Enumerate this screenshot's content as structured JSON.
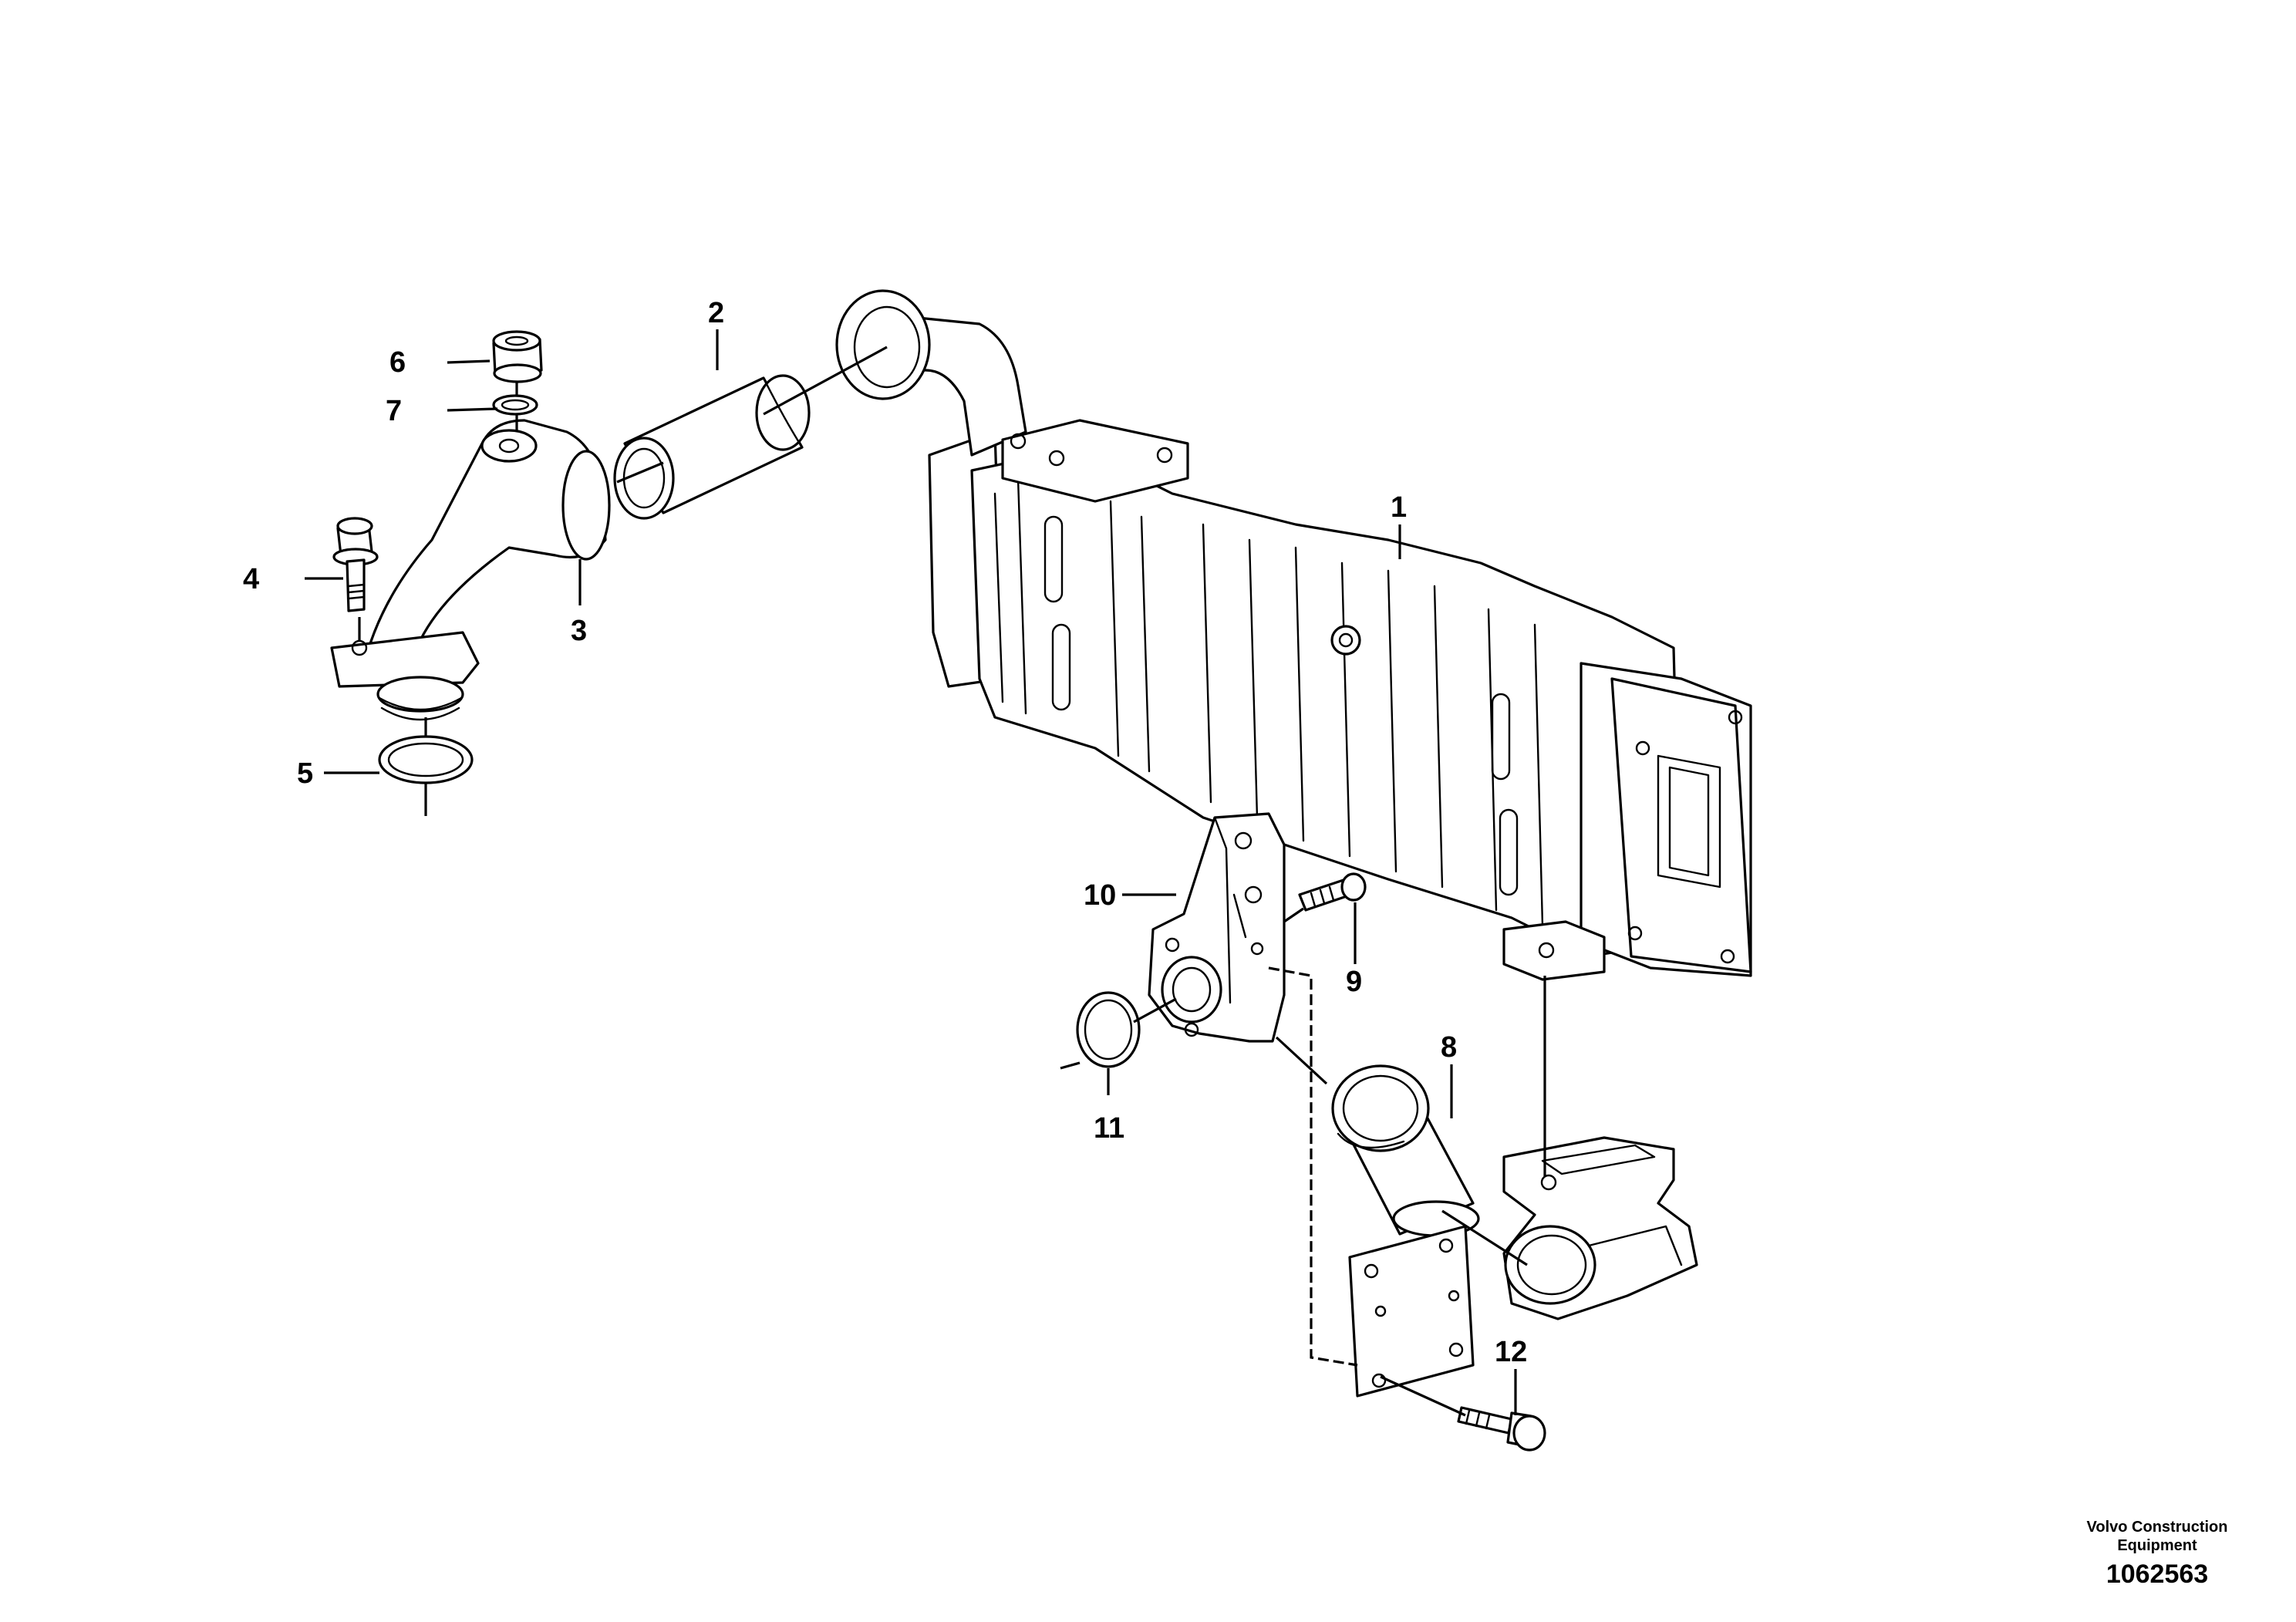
{
  "diagram": {
    "callouts": [
      {
        "id": "1",
        "label": "1"
      },
      {
        "id": "2",
        "label": "2"
      },
      {
        "id": "3",
        "label": "3"
      },
      {
        "id": "4",
        "label": "4"
      },
      {
        "id": "5",
        "label": "5"
      },
      {
        "id": "6",
        "label": "6"
      },
      {
        "id": "7",
        "label": "7"
      },
      {
        "id": "8",
        "label": "8"
      },
      {
        "id": "9",
        "label": "9"
      },
      {
        "id": "10",
        "label": "10"
      },
      {
        "id": "11",
        "label": "11"
      },
      {
        "id": "12",
        "label": "12"
      }
    ]
  },
  "footer": {
    "publisher_line1": "Volvo Construction",
    "publisher_line2": "Equipment",
    "drawing_number": "1062563"
  },
  "colors": {
    "line": "#000000",
    "background": "#ffffff"
  }
}
